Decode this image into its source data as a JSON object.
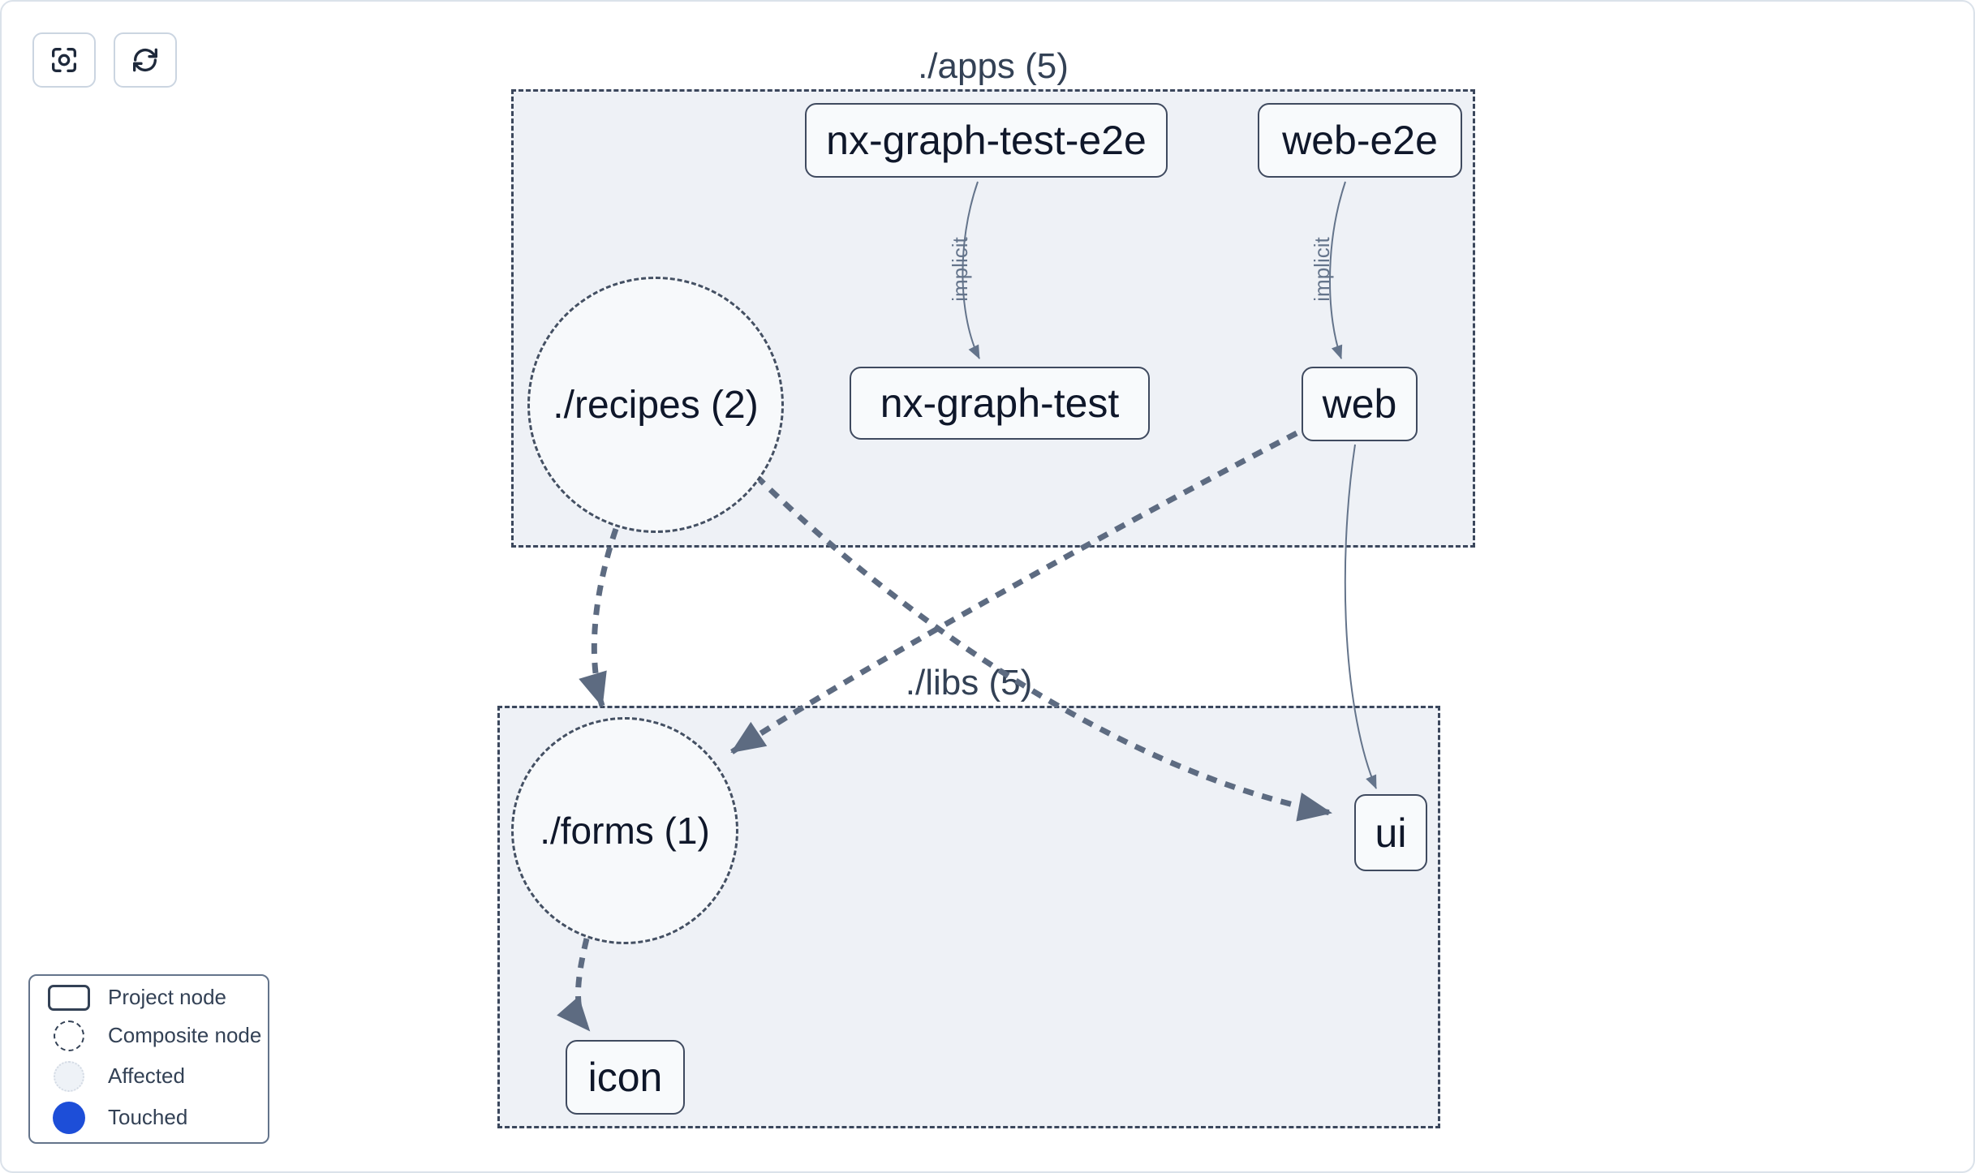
{
  "toolbar": {
    "buttons": [
      {
        "name": "focus",
        "icon": "focus-icon"
      },
      {
        "name": "refresh",
        "icon": "refresh-icon"
      }
    ]
  },
  "graph": {
    "groups": [
      {
        "id": "apps",
        "label": "./apps (5)"
      },
      {
        "id": "libs",
        "label": "./libs (5)"
      }
    ],
    "composites": [
      {
        "id": "recipes",
        "label": "./recipes (2)"
      },
      {
        "id": "forms",
        "label": "./forms (1)"
      }
    ],
    "nodes": [
      {
        "id": "nx-graph-test-e2e",
        "label": "nx-graph-test-e2e"
      },
      {
        "id": "web-e2e",
        "label": "web-e2e"
      },
      {
        "id": "nx-graph-test",
        "label": "nx-graph-test"
      },
      {
        "id": "web",
        "label": "web"
      },
      {
        "id": "ui",
        "label": "ui"
      },
      {
        "id": "icon",
        "label": "icon"
      }
    ],
    "edge_labels": [
      {
        "edge": "nx-graph-test-e2e→nx-graph-test",
        "text": "implicit"
      },
      {
        "edge": "web-e2e→web",
        "text": "implicit"
      }
    ]
  },
  "legend": {
    "items": [
      {
        "label": "Project node",
        "symbol": "project-node-glyph"
      },
      {
        "label": "Composite node",
        "symbol": "composite-node-glyph"
      },
      {
        "label": "Affected",
        "symbol": "affected-glyph"
      },
      {
        "label": "Touched",
        "symbol": "touched-glyph"
      }
    ]
  },
  "colors": {
    "touched_blue": "#1d4ed8",
    "container_fill": "#eef1f6",
    "node_fill": "#f8fafc",
    "node_border": "#3f4a5f",
    "edge_thick": "#5d6b81",
    "edge_thin": "#64748b",
    "label_text": "#334155",
    "canvas_border": "#dbe2ea"
  }
}
